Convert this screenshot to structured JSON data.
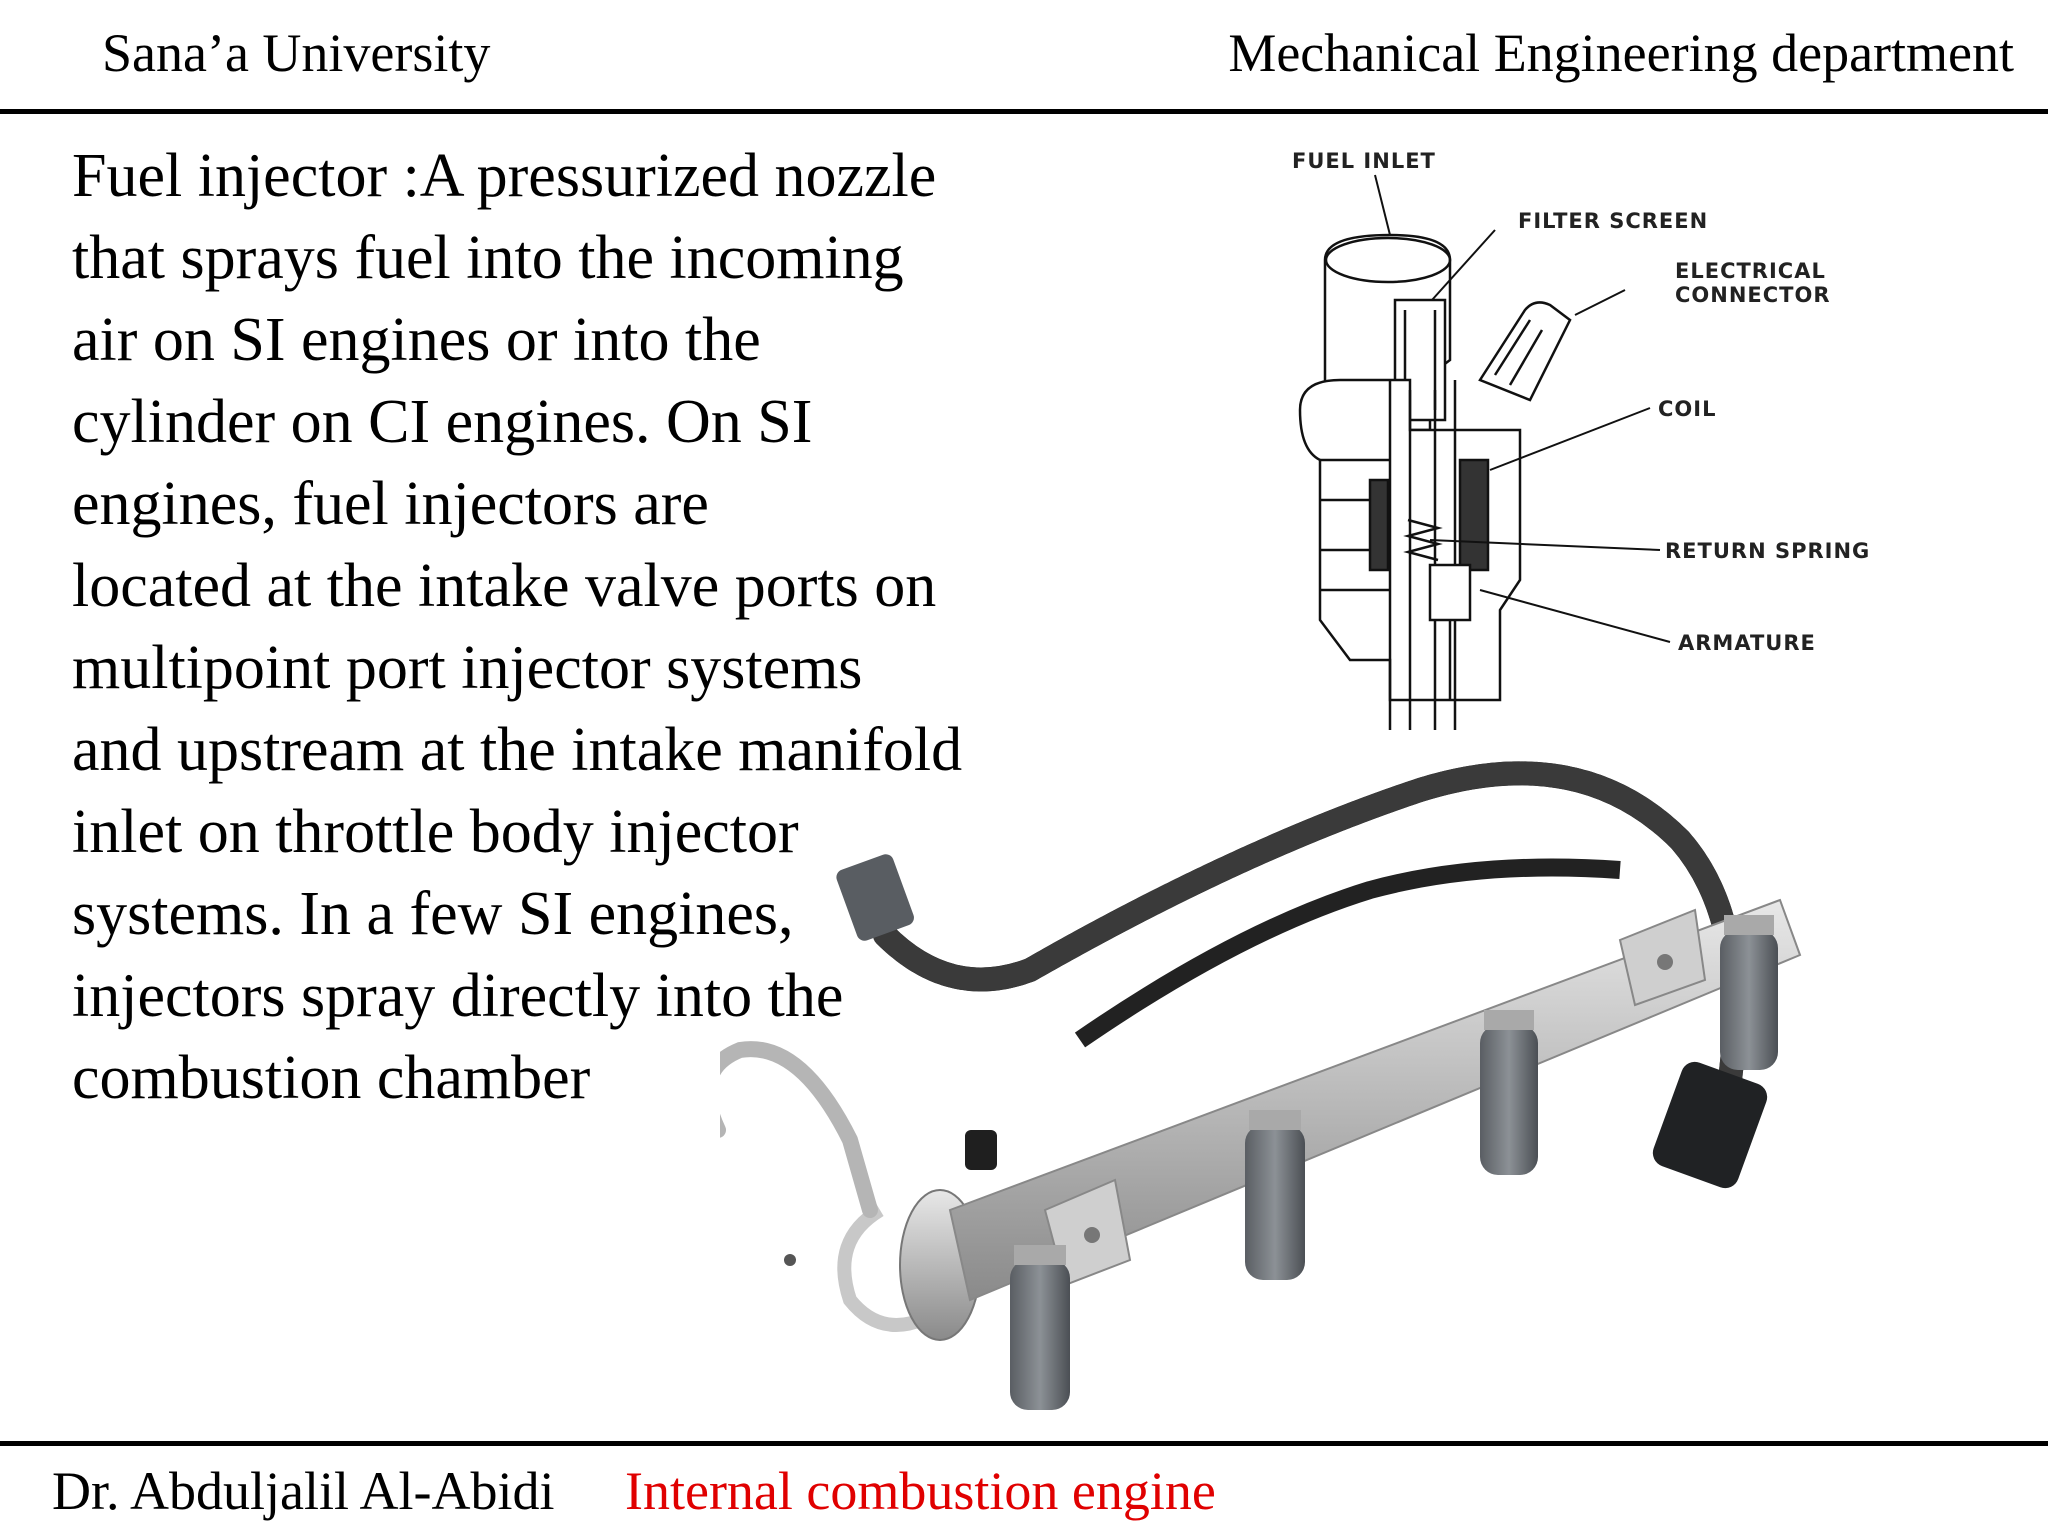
{
  "header": {
    "university": "Sana’a University",
    "department": "Mechanical  Engineering department"
  },
  "body": {
    "lines": [
      "Fuel injector :A pressurized nozzle",
      "that sprays fuel into the incoming",
      "air on SI engines or into the",
      "cylinder on CI engines. On SI",
      "engines, fuel injectors are",
      "located at the intake valve ports on",
      "multipoint port injector systems",
      "and upstream at the intake manifold",
      "inlet on throttle body injector",
      "systems. In a few SI engines,",
      "injectors spray directly into the",
      "combustion chamber"
    ]
  },
  "diagram": {
    "labels": {
      "fuel_inlet": "FUEL INLET",
      "filter_screen": "FILTER SCREEN",
      "electrical_connector_1": "ELECTRICAL",
      "electrical_connector_2": "CONNECTOR",
      "coil": "COIL",
      "return_spring": "RETURN SPRING",
      "armature": "ARMATURE"
    }
  },
  "footer": {
    "author": "Dr. Abduljalil Al-Abidi",
    "course": "Internal combustion engine",
    "course_color": "#e00000"
  }
}
